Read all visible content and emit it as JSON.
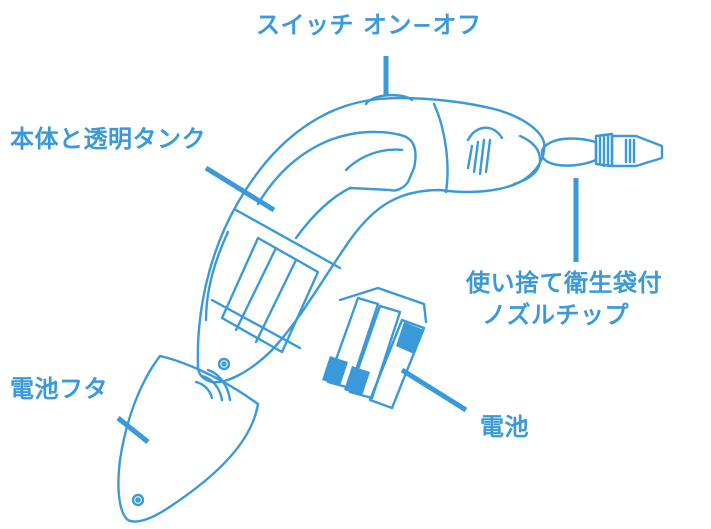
{
  "colors": {
    "accent": "#3a9ad9",
    "background": "#ffffff",
    "battery_fill": "#3a9ad9"
  },
  "labels": {
    "switch": "スイッチ オン−オフ",
    "body": "本体と透明タンク",
    "nozzle_line1": "使い捨て衛生袋付",
    "nozzle_line2": "ノズルチップ",
    "cover": "電池フタ",
    "battery": "電池"
  }
}
